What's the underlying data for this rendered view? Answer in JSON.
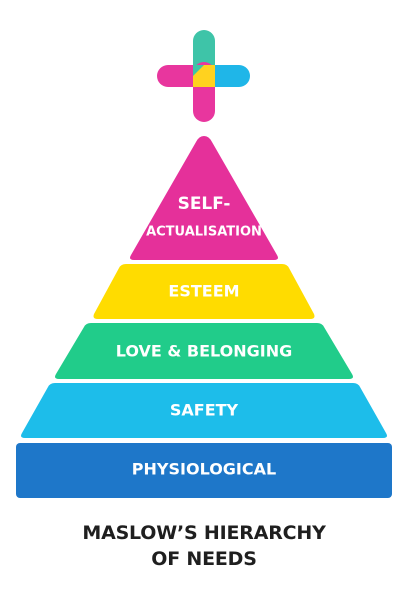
{
  "logo": {
    "icon": "cross-logo-icon",
    "colors": {
      "teal": "#3EC4A8",
      "magenta": "#E8369E",
      "sky": "#1FB6E8",
      "yellow": "#FFD21F"
    }
  },
  "pyramid": {
    "tiers": [
      {
        "name": "tier-self-actualisation",
        "line1": "SELF-",
        "line2": "ACTUALISATION",
        "color": "#E5309A"
      },
      {
        "name": "tier-esteem",
        "line1": "ESTEEM",
        "line2": "",
        "color": "#FFDC00"
      },
      {
        "name": "tier-love-belonging",
        "line1": "LOVE & BELONGING",
        "line2": "",
        "color": "#21CC8A"
      },
      {
        "name": "tier-safety",
        "line1": "SAFETY",
        "line2": "",
        "color": "#1DBDEA"
      },
      {
        "name": "tier-physiological",
        "line1": "PHYSIOLOGICAL",
        "line2": "",
        "color": "#1E77C9"
      }
    ]
  },
  "caption": {
    "line1": "MASLOW’S HIERARCHY",
    "line2": "OF NEEDS"
  }
}
